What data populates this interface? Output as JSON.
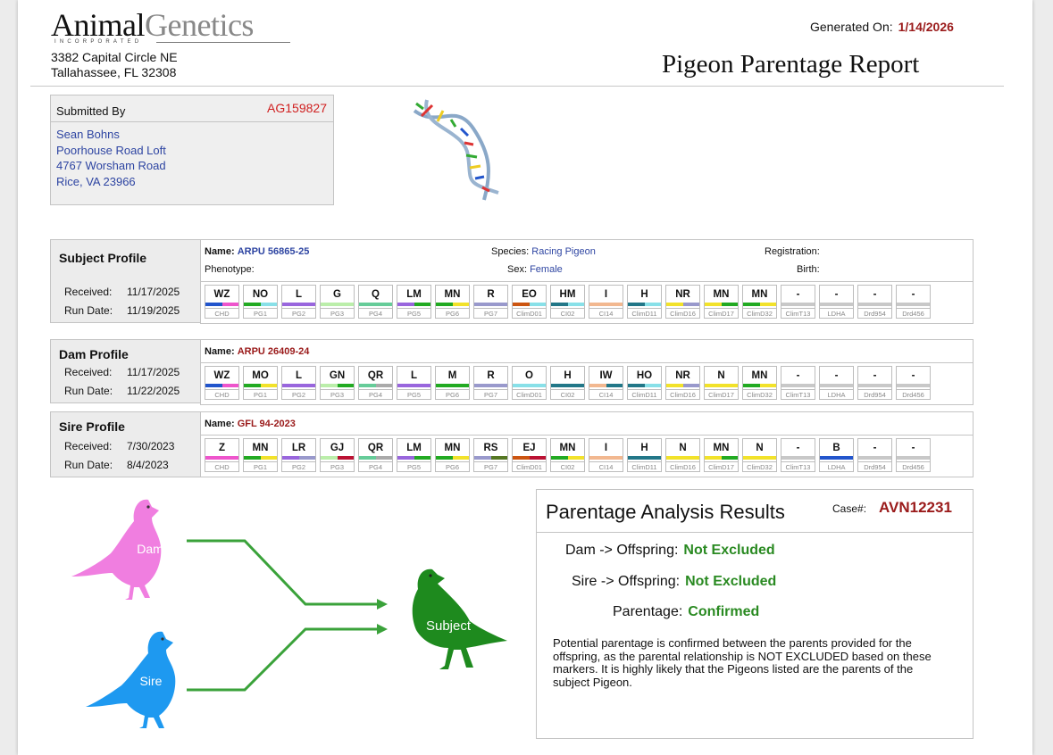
{
  "header": {
    "logo_primary": "Animal",
    "logo_secondary": "Genetics",
    "logo_sub": "INCORPORATED",
    "address_line1": "3382 Capital Circle NE",
    "address_line2": "Tallahassee, FL 32308",
    "generated_label": "Generated On:",
    "generated_date": "1/14/2026",
    "report_title": "Pigeon Parentage Report"
  },
  "submitted": {
    "label": "Submitted By",
    "id": "AG159827",
    "lines": [
      "Sean Bohns",
      "Poorhouse Road Loft",
      "4767 Worsham Road",
      "Rice,  VA 23966"
    ]
  },
  "marker_names": [
    "CHD",
    "PG1",
    "PG2",
    "PG3",
    "PG4",
    "PG5",
    "PG6",
    "PG7",
    "ClimD01",
    "CI02",
    "CI14",
    "ClimD11",
    "ClimD16",
    "ClimD17",
    "ClimD32",
    "ClimT13",
    "LDHA",
    "Drd954",
    "Drd456"
  ],
  "colors": {
    "pink": "#ee55cc",
    "blue": "#2255cc",
    "green": "#22aa22",
    "yellow": "#f2e22a",
    "cyan": "#88e0e8",
    "purple": "#9966dd",
    "lightgreen": "#bbeeaa",
    "mint": "#66cc99",
    "gray": "#aaaaaa",
    "orange": "#cc5511",
    "teal": "#227788",
    "darkred": "#bb1133",
    "darkgreen": "#557722",
    "peach": "#f2b890",
    "lavender": "#9999cc",
    "silver": "#c8c8c8",
    "green_result": "#2a8a22"
  },
  "subject": {
    "title": "Subject Profile",
    "received_label": "Received:",
    "received": "11/17/2025",
    "run_label": "Run Date:",
    "run": "11/19/2025",
    "name_label": "Name:",
    "name": "ARPU 56865-25",
    "phenotype_label": "Phenotype:",
    "species_label": "Species:",
    "species": "Racing Pigeon",
    "sex_label": "Sex:",
    "sex": "Female",
    "registration_label": "Registration:",
    "birth_label": "Birth:",
    "alleles": [
      "WZ",
      "NO",
      "L",
      "G",
      "Q",
      "LM",
      "MN",
      "R",
      "EO",
      "HM",
      "I",
      "H",
      "NR",
      "MN",
      "MN",
      "-",
      "-",
      "-",
      "-"
    ],
    "bars": [
      [
        "blue",
        "pink"
      ],
      [
        "green",
        "cyan"
      ],
      [
        "purple"
      ],
      [
        "lightgreen"
      ],
      [
        "mint"
      ],
      [
        "purple",
        "green"
      ],
      [
        "green",
        "yellow"
      ],
      [
        "lavender"
      ],
      [
        "orange",
        "cyan"
      ],
      [
        "teal",
        "cyan"
      ],
      [
        "peach"
      ],
      [
        "teal",
        "cyan"
      ],
      [
        "yellow",
        "lavender"
      ],
      [
        "yellow",
        "green"
      ],
      [
        "green",
        "yellow"
      ],
      [
        "silver"
      ],
      [
        "silver"
      ],
      [
        "silver"
      ],
      [
        "silver"
      ]
    ]
  },
  "dam": {
    "title": "Dam Profile",
    "received_label": "Received:",
    "received": "11/17/2025",
    "run_label": "Run Date:",
    "run": "11/22/2025",
    "name_label": "Name:",
    "name": "ARPU 26409-24",
    "alleles": [
      "WZ",
      "MO",
      "L",
      "GN",
      "QR",
      "L",
      "M",
      "R",
      "O",
      "H",
      "IW",
      "HO",
      "NR",
      "N",
      "MN",
      "-",
      "-",
      "-",
      "-"
    ],
    "bars": [
      [
        "blue",
        "pink"
      ],
      [
        "green",
        "yellow"
      ],
      [
        "purple"
      ],
      [
        "lightgreen",
        "green"
      ],
      [
        "mint",
        "gray"
      ],
      [
        "purple"
      ],
      [
        "green"
      ],
      [
        "lavender"
      ],
      [
        "cyan"
      ],
      [
        "teal"
      ],
      [
        "peach",
        "teal"
      ],
      [
        "teal",
        "cyan"
      ],
      [
        "yellow",
        "lavender"
      ],
      [
        "yellow"
      ],
      [
        "green",
        "yellow"
      ],
      [
        "silver"
      ],
      [
        "silver"
      ],
      [
        "silver"
      ],
      [
        "silver"
      ]
    ]
  },
  "sire": {
    "title": "Sire Profile",
    "received_label": "Received:",
    "received": "7/30/2023",
    "run_label": "Run Date:",
    "run": "8/4/2023",
    "name_label": "Name:",
    "name": "GFL 94-2023",
    "alleles": [
      "Z",
      "MN",
      "LR",
      "GJ",
      "QR",
      "LM",
      "MN",
      "RS",
      "EJ",
      "MN",
      "I",
      "H",
      "N",
      "MN",
      "N",
      "-",
      "B",
      "-",
      "-"
    ],
    "bars": [
      [
        "pink"
      ],
      [
        "green",
        "yellow"
      ],
      [
        "purple",
        "lavender"
      ],
      [
        "lightgreen",
        "darkred"
      ],
      [
        "mint",
        "gray"
      ],
      [
        "purple",
        "green"
      ],
      [
        "green",
        "yellow"
      ],
      [
        "lavender",
        "darkgreen"
      ],
      [
        "orange",
        "darkred"
      ],
      [
        "green",
        "yellow"
      ],
      [
        "peach"
      ],
      [
        "teal"
      ],
      [
        "yellow"
      ],
      [
        "yellow",
        "green"
      ],
      [
        "yellow"
      ],
      [
        "silver"
      ],
      [
        "blue"
      ],
      [
        "silver"
      ],
      [
        "silver"
      ]
    ]
  },
  "pigeons": {
    "dam_label": "Dam",
    "sire_label": "Sire",
    "subject_label": "Subject"
  },
  "results": {
    "title": "Parentage Analysis Results",
    "case_label": "Case#:",
    "case_no": "AVN12231",
    "dam_key": "Dam -> Offspring:",
    "dam_val": "Not Excluded",
    "sire_key": "Sire -> Offspring:",
    "sire_val": "Not Excluded",
    "par_key": "Parentage:",
    "par_val": "Confirmed",
    "paragraph": "Potential parentage is confirmed between the parents provided for the offspring, as the parental relationship is NOT EXCLUDED based on these markers.  It is highly likely that the Pigeons listed are the parents of the subject Pigeon."
  }
}
